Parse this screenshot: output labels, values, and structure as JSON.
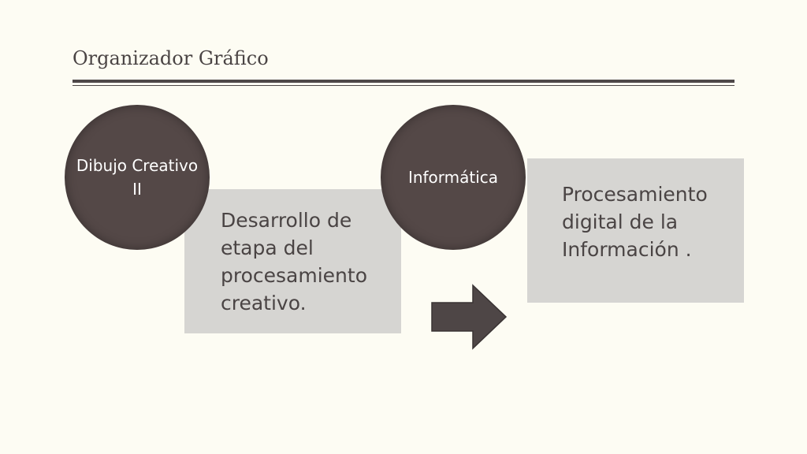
{
  "slide": {
    "title": "Organizador Gráfico"
  },
  "diagram": {
    "stages": [
      {
        "circle_label": "Dibujo Creativo II",
        "box_text": "Desarrollo de etapa del procesamiento creativo."
      },
      {
        "circle_label": "Informática",
        "box_text": "Procesamiento digital de la Información ."
      }
    ],
    "arrow_icon": "right-arrow-icon"
  },
  "colors": {
    "background": "#FDFCF3",
    "circle_fill": "#544847",
    "box_fill": "#D6D5D2",
    "text_dark": "#4A4444",
    "circle_text": "#FFFFFF",
    "arrow_fill": "#4E4646"
  }
}
